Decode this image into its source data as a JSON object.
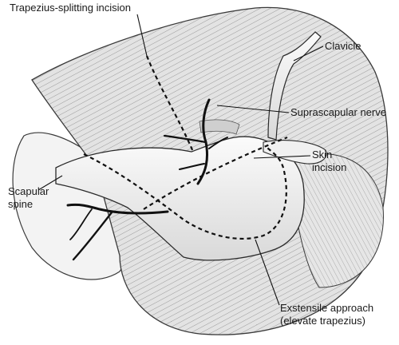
{
  "labels": {
    "trapezius_splitting": "Trapezius-splitting incision",
    "clavicle": "Clavicle",
    "suprascapular_nerve": "Suprascapular nerve",
    "skin_incision_line1": "Skin",
    "skin_incision_line2": "incision",
    "scapular_spine_line1": "Scapular",
    "scapular_spine_line2": "spine",
    "extensile_line1": "Exstensile approach",
    "extensile_line2": "(elevate trapezius)"
  },
  "colors": {
    "background": "#ffffff",
    "muscle": "#e2e2e2",
    "bone": "#f4f4f4",
    "outline": "#2a2a2a",
    "nerve": "#111111"
  }
}
